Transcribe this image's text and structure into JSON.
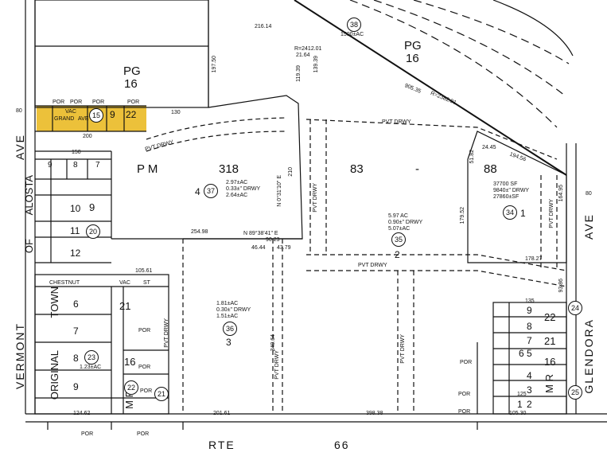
{
  "streets": {
    "vermont_ave": "VERMONT",
    "ave_left": "AVE",
    "ave_right": "AVE",
    "glendora": "GLENDORA",
    "rte": "RTE",
    "rte_num": "66",
    "chestnut": "CHESTNUT",
    "chestnut_vac": "VAC",
    "chestnut_st": "ST",
    "grand_vac": "VAC",
    "grand": "GRAND",
    "grand_ave": "AVE"
  },
  "tracts": {
    "pg16_top": "PG",
    "pg16_top_num": "16",
    "pg16_right": "PG",
    "pg16_right_num": "16",
    "pm": "P M",
    "pm_num": "318",
    "pm_dash": "-",
    "pm_right": "83",
    "pm_right_num": "88",
    "alosta": "ALOSTA",
    "of": "OF",
    "town": "TOWN",
    "original": "ORIGINAL",
    "mr_left": "M R",
    "mr_right": "M R",
    "mr_right_num": "16",
    "mr_left_num": "16",
    "mr_21": "21",
    "mr_right_21": "21",
    "mr_right_22": "22"
  },
  "parcels": {
    "p37_area": "2.97±AC",
    "p37_drwy": "0.33±\" DRWY",
    "p37_net": "2.64±AC",
    "p37_lot": "4",
    "p35_area": "5.97 AC",
    "p35_drwy": "0.90±\" DRWY",
    "p35_net": "5.07±AC",
    "p35_lot": "2",
    "p34_area": "37700 SF",
    "p34_drwy": "9840±\" DRWY",
    "p34_net": "27860±SF",
    "p34_lot": "1",
    "p36_area": "1.81±AC",
    "p36_drwy": "0.30±\" DRWY",
    "p36_net": "1.51±AC",
    "p36_lot": "3",
    "p38_area": "1500±AC",
    "p23_area": "1.23±AC"
  },
  "circles": [
    "15",
    "9",
    "22",
    "37",
    "35",
    "34",
    "36",
    "38",
    "20",
    "23",
    "22",
    "21",
    "24",
    "25"
  ],
  "lots_left": [
    "9",
    "8",
    "7",
    "10",
    "9",
    "11",
    "12",
    "6",
    "7",
    "8",
    "9"
  ],
  "lots_right": [
    "9",
    "8",
    "7",
    "6",
    "5",
    "4",
    "3",
    "2",
    "1"
  ],
  "por": "POR",
  "drwy": "PVT DRWY",
  "dims": {
    "d216": "216.14",
    "d197": "197.50",
    "d130": "130",
    "d200": "200",
    "d150": "150",
    "d254": "254.98",
    "d105": "105.61",
    "d90": "90.23",
    "d46": "46.44",
    "d43": "43.79",
    "d178": "178.27",
    "d201": "201.61",
    "d398": "398.38",
    "d124": "124.62",
    "d135": "135",
    "d125": "125",
    "d105b": "105.30",
    "d905": "905.35",
    "r2382": "R=2382.91",
    "r2412": "R=2412.01",
    "d2164": "21.64",
    "d119": "119.39",
    "d1392": "139.39",
    "d194": "194.56",
    "d24": "24.45",
    "d51": "51.82",
    "d179": "179.52",
    "d164": "164.95",
    "d93": "93.86",
    "d340": "340.64",
    "bearing1": "N 89°38'41\" E",
    "bearing2": "N 0°31'10\" E",
    "d210": "210",
    "d80": "80"
  }
}
